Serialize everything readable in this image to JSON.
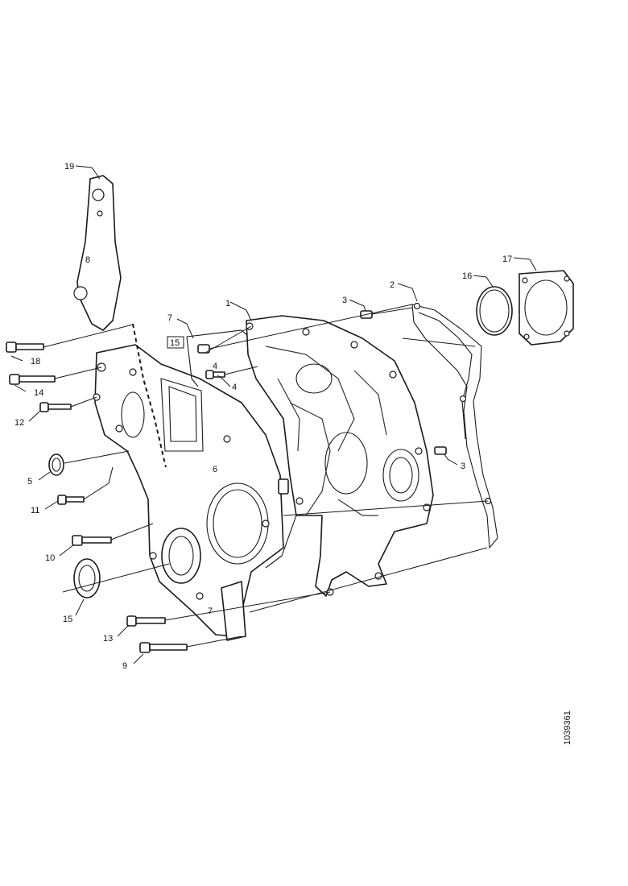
{
  "callouts": {
    "c1": "1",
    "c2": "2",
    "c3a": "3",
    "c3b": "3",
    "c4": "4",
    "c5": "5",
    "c6": "6",
    "c7": "7",
    "c8": "8",
    "c9": "9",
    "c10": "10",
    "c11": "11",
    "c12": "12",
    "c13": "13",
    "c14": "14",
    "c15": "15",
    "c16": "16",
    "c17": "17",
    "c18": "18",
    "c19": "19"
  },
  "document_number": "1039361"
}
